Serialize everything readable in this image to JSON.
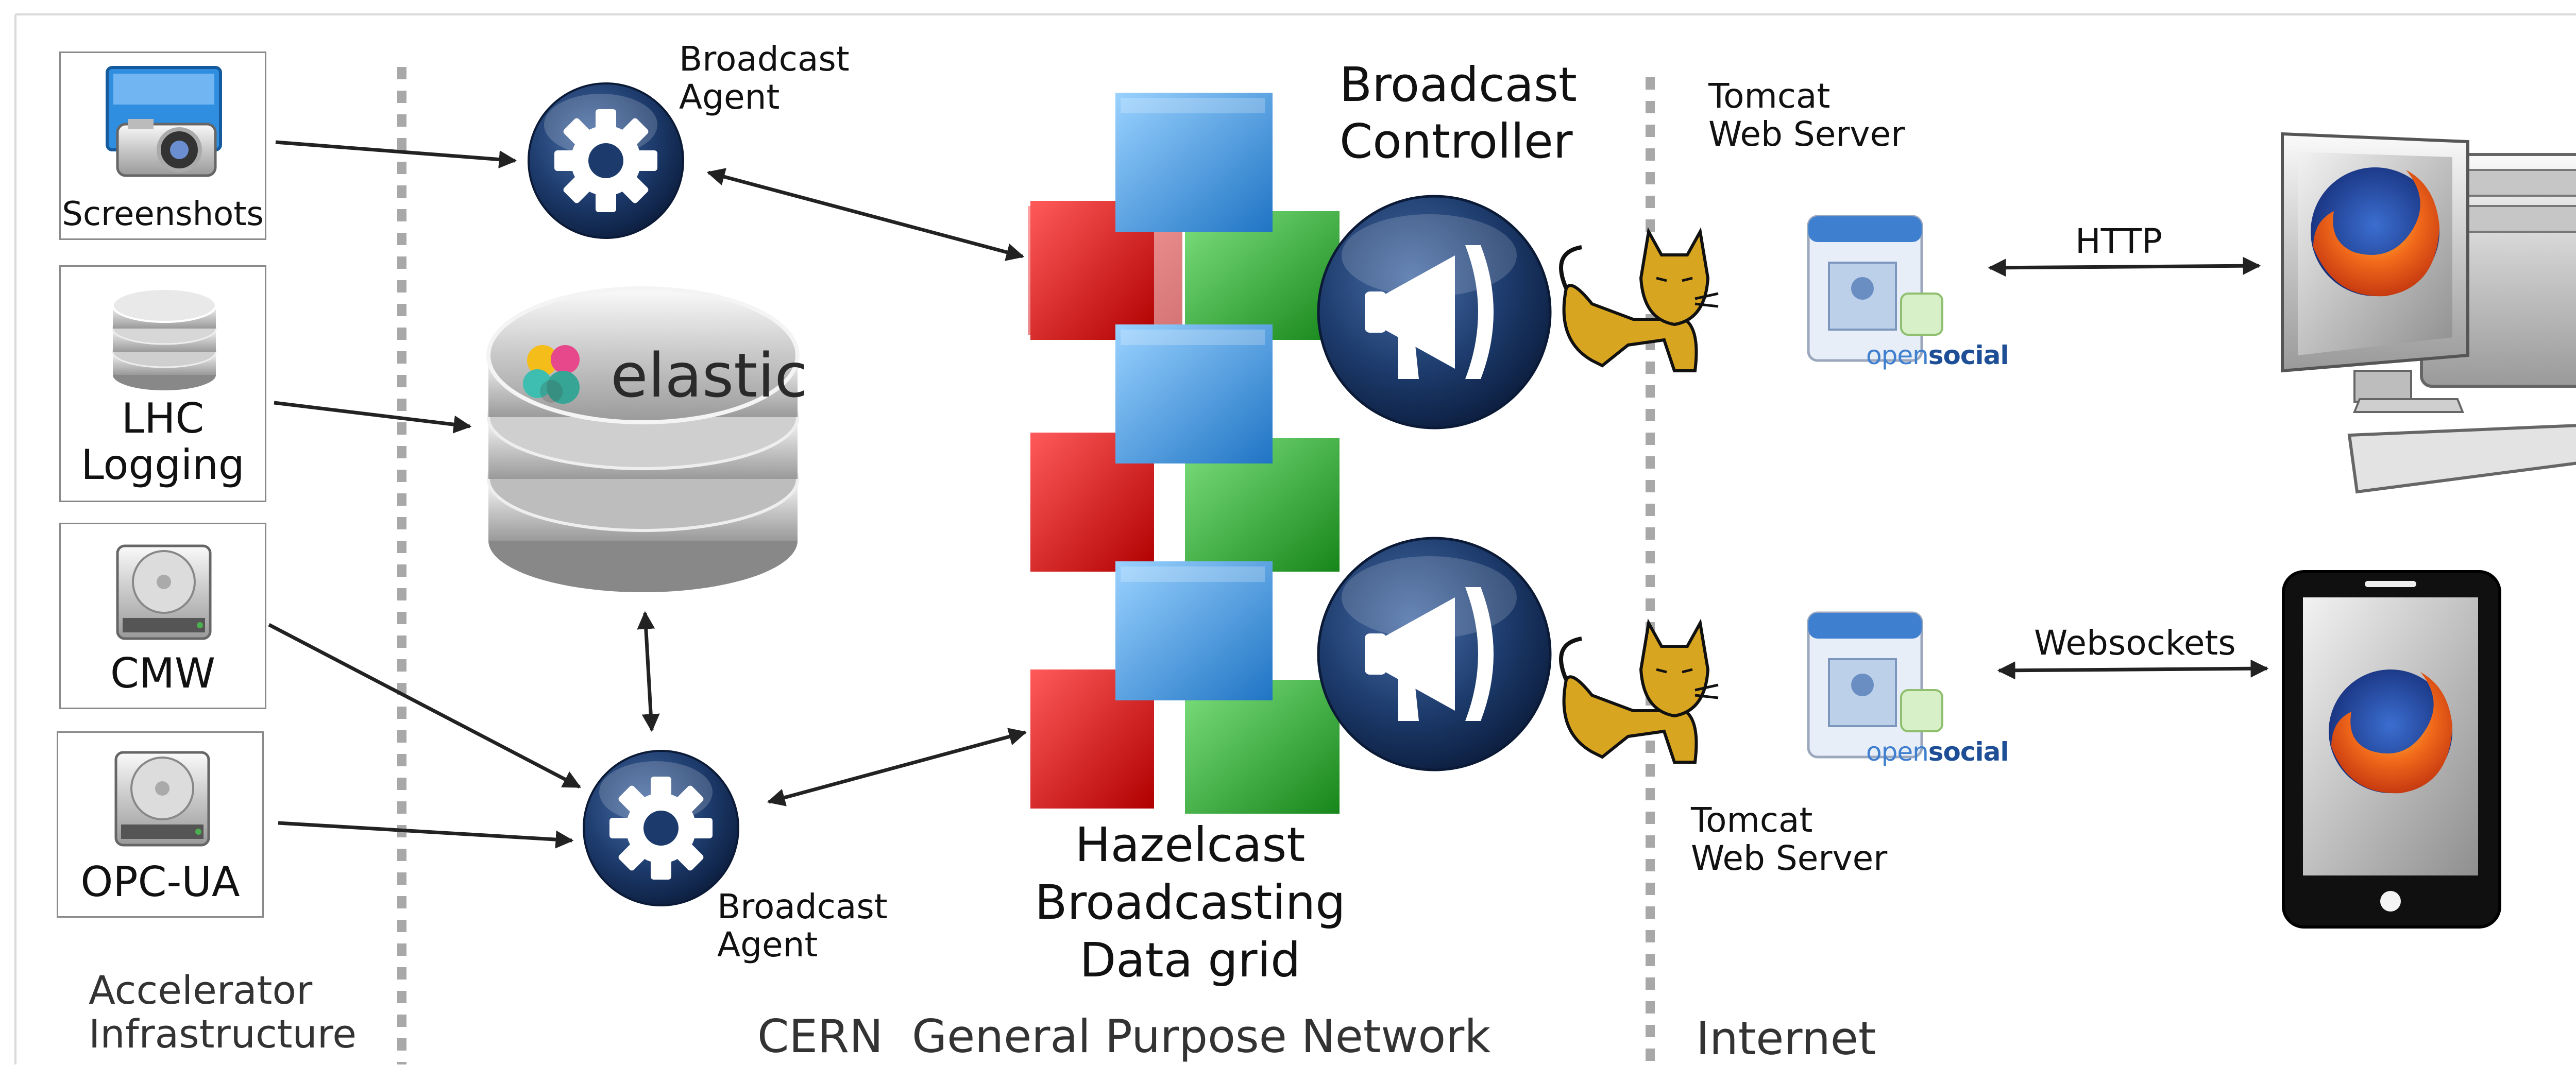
{
  "sources": {
    "screenshots": "Screenshots",
    "lhc_logging": [
      "LHC",
      "Logging"
    ],
    "cmw": "CMW",
    "opcua": "OPC-UA"
  },
  "zones": {
    "accelerator": [
      "Accelerator",
      "Infrastructure"
    ],
    "cern": "CERN  General Purpose Network",
    "internet": "Internet"
  },
  "agents": {
    "top": [
      "Broadcast",
      "Agent"
    ],
    "bottom": [
      "Broadcast",
      "Agent"
    ]
  },
  "elastic": "elastic",
  "controller": [
    "Broadcast",
    "Controller"
  ],
  "datagrid": [
    "Hazelcast",
    "Broadcasting",
    "Data grid"
  ],
  "tomcat": {
    "top": [
      "Tomcat",
      "Web Server"
    ],
    "bottom": [
      "Tomcat",
      "Web Server"
    ]
  },
  "opensocial": {
    "prefix": "open",
    "suffix": "social"
  },
  "protocols": {
    "http": "HTTP",
    "websockets": "Websockets"
  },
  "colors": {
    "divider": "#a8a8a8",
    "gear": "#1c3a6b",
    "cube_red": "#e01818",
    "cube_green": "#27b527",
    "cube_blue": "#3fa0ea",
    "tomcat": "#d8a521",
    "firefox": "#f26a1b",
    "arrow": "#222222"
  },
  "icons": [
    "camera-icon",
    "database-icon",
    "hard-drive-icon",
    "gear-icon",
    "elastic-logo",
    "cube-icon",
    "megaphone-icon",
    "tomcat-icon",
    "opensocial-icon",
    "desktop-computer-icon",
    "tablet-icon",
    "firefox-icon"
  ]
}
